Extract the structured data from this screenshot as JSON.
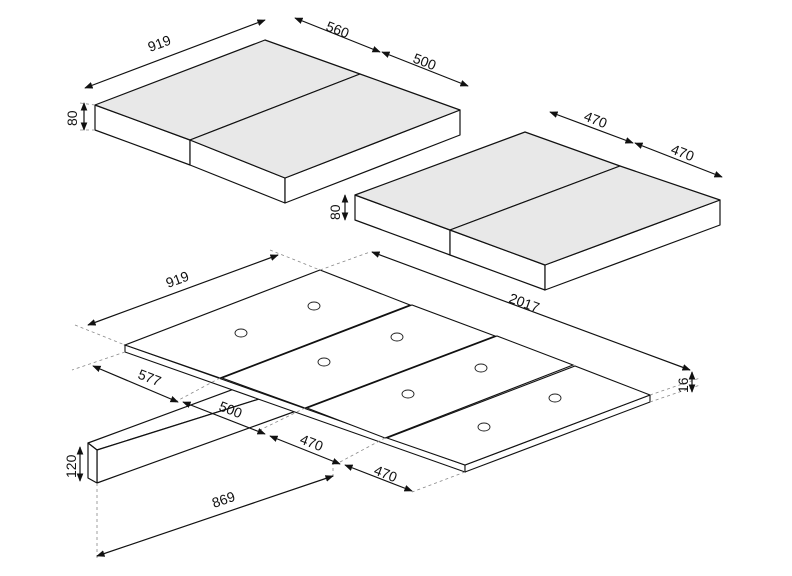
{
  "dimensions": {
    "cushion_a_length": "919",
    "cushion_a_depth_1": "560",
    "cushion_a_depth_2": "500",
    "cushion_a_height": "80",
    "cushion_b_depth_1": "470",
    "cushion_b_depth_2": "470",
    "cushion_b_height": "80",
    "board_width": "919",
    "board_length": "2017",
    "board_thickness": "16",
    "board_panel_1": "577",
    "board_panel_2": "500",
    "board_panel_3": "470",
    "board_panel_4": "470",
    "beam_height": "120",
    "beam_length": "869"
  }
}
